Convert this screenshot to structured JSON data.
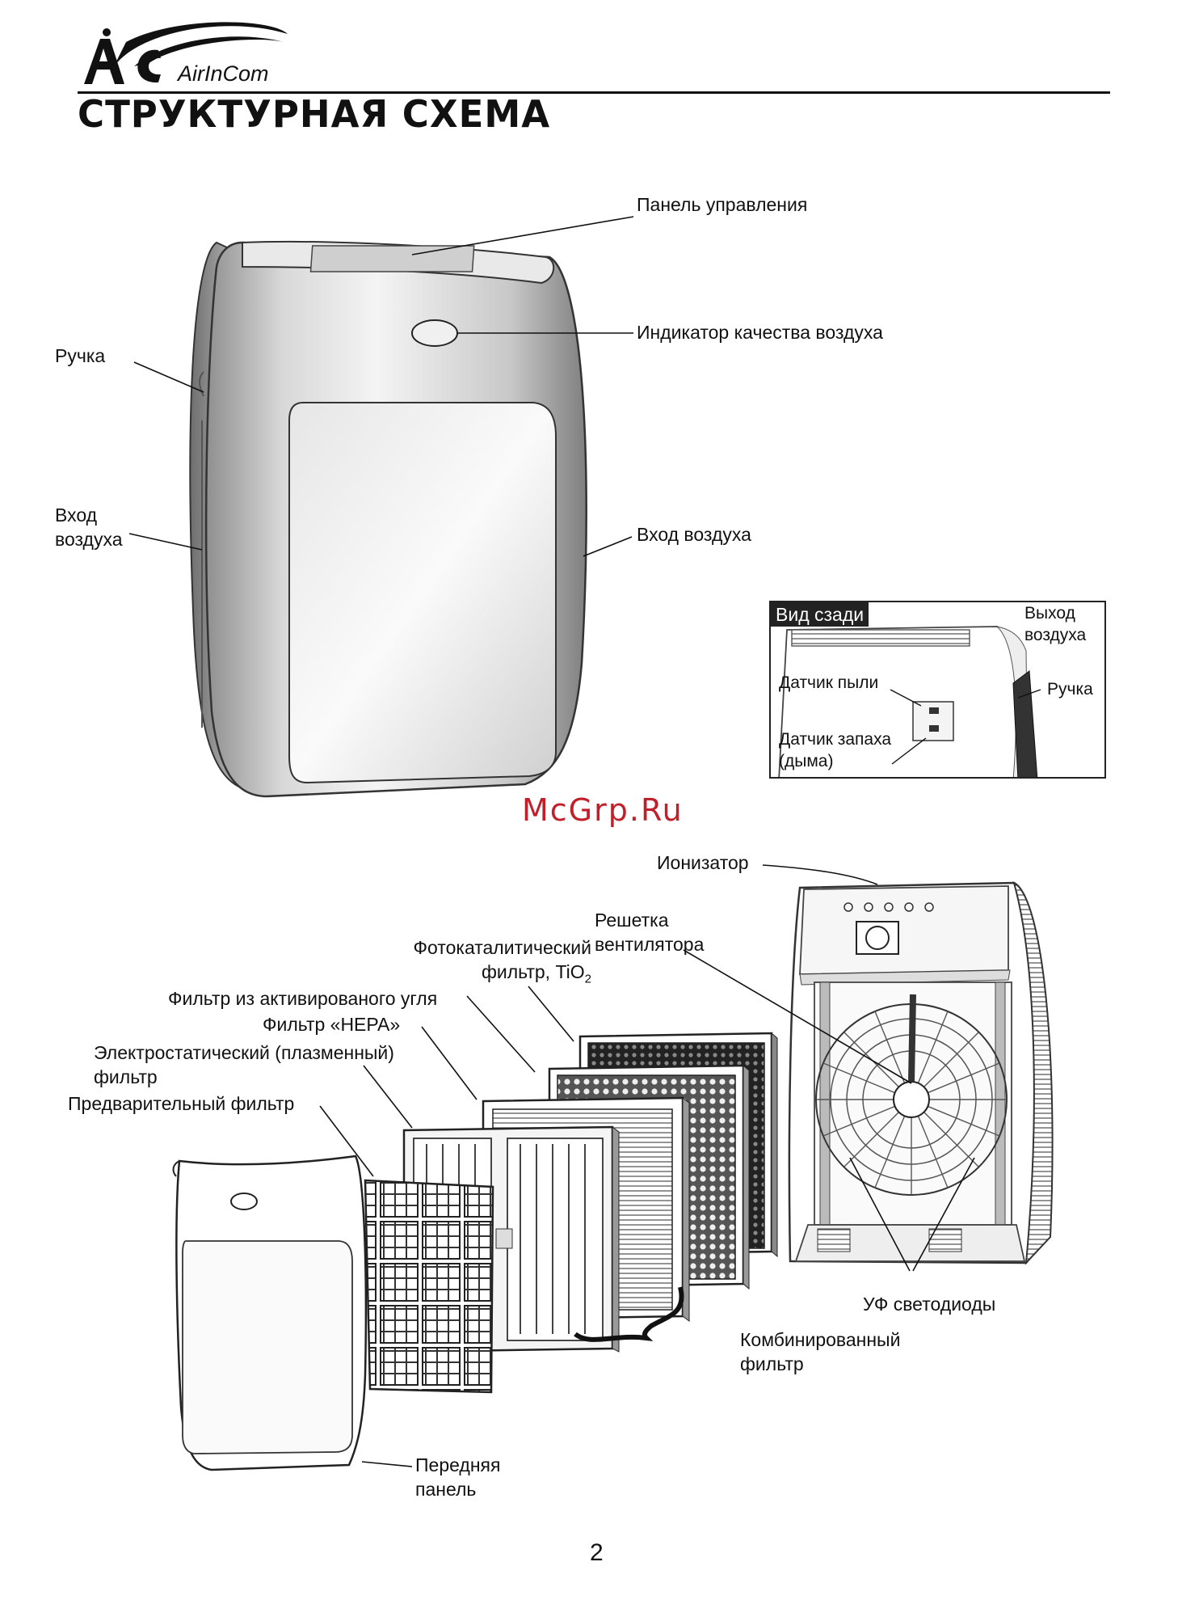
{
  "header": {
    "logo_mark": "AC",
    "logo_brand": "AirInCom",
    "title": "СТРУКТУРНАЯ СХЕМА"
  },
  "watermark": "McGrp.Ru",
  "front_view": {
    "control_panel": "Панель управления",
    "air_quality_indicator": "Индикатор качества воздуха",
    "handle": "Ручка",
    "air_inlet_left": "Вход воздуха",
    "air_inlet_right": "Вход воздуха"
  },
  "rear_view": {
    "tag": "Вид сзади",
    "air_outlet": "Выход воздуха",
    "handle": "Ручка",
    "dust_sensor": "Датчик пыли",
    "odor_sensor": "Датчик запаха (дыма)"
  },
  "exploded_view": {
    "ionizer": "Ионизатор",
    "fan_grille": "Решетка вентилятора",
    "photocatalytic_filter": "Фотокаталитический фильтр, TiO",
    "photocatalytic_subscript": "2",
    "carbon_filter": "Фильтр из активированого угля",
    "hepa_filter": "Фильтр «HEPA»",
    "electrostatic_filter": "Электростатический (плазменный) фильтр",
    "pre_filter": "Предварительный фильтр",
    "uv_leds": "УФ светодиоды",
    "combined_filter": "Комбинированный фильтр",
    "front_panel": "Передняя панель"
  },
  "page_number": "2"
}
